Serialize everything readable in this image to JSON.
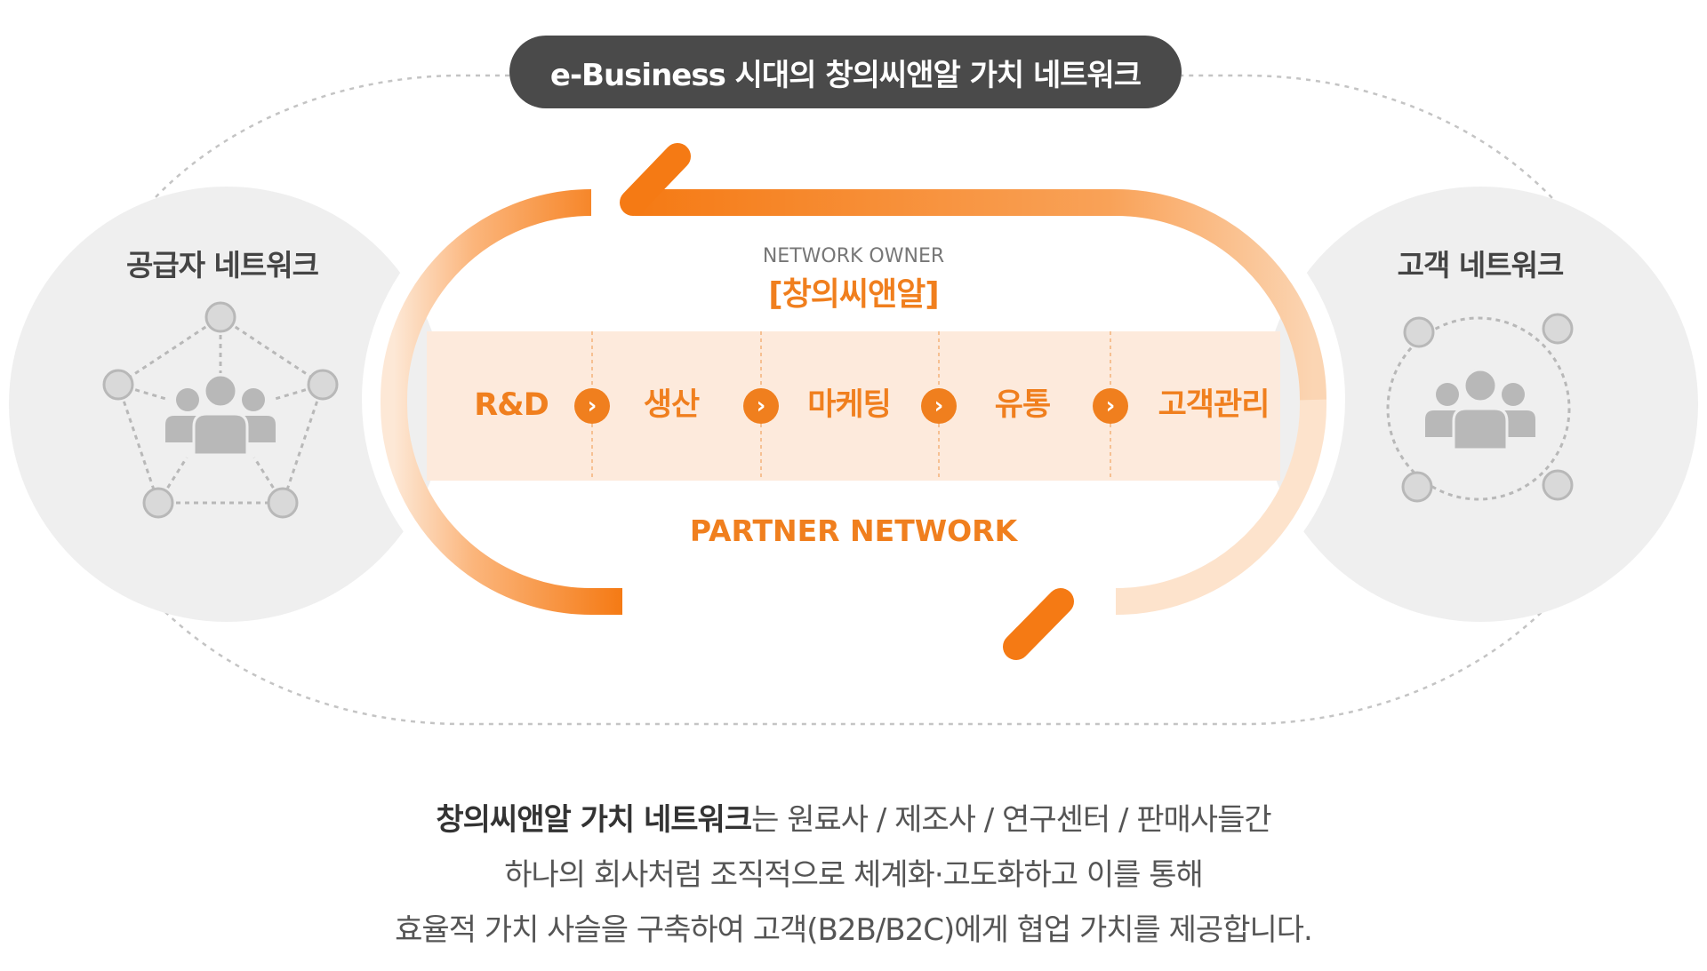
{
  "header": {
    "title": "e-Business 시대의 창의씨앤알 가치 네트워크"
  },
  "supplier": {
    "title": "공급자 네트워크",
    "icon": "people-group-icon"
  },
  "customer": {
    "title": "고객 네트워크",
    "icon": "people-group-icon"
  },
  "center": {
    "owner_label": "NETWORK OWNER",
    "owner_name": "[창의씨앤알]",
    "stages": [
      "R&D",
      "생산",
      "마케팅",
      "유통",
      "고객관리"
    ],
    "partner_label": "PARTNER NETWORK"
  },
  "description": {
    "line1_bold": "창의씨앤알 가치 네트워크",
    "line1_rest": "는 원료사 / 제조사 / 연구센터 / 판매사들간",
    "line2": "하나의 회사처럼 조직적으로 체계화·고도화하고 이를 통해",
    "line3": "효율적 가치 사슬을 구축하여 고객(B2B/B2C)에게 협업 가치를 제공합니다."
  },
  "colors": {
    "accent": "#f07f1e",
    "band": "#fdeadc",
    "circle": "#efefef",
    "icon": "#b8b8b8",
    "pill": "#4a4a4a"
  }
}
